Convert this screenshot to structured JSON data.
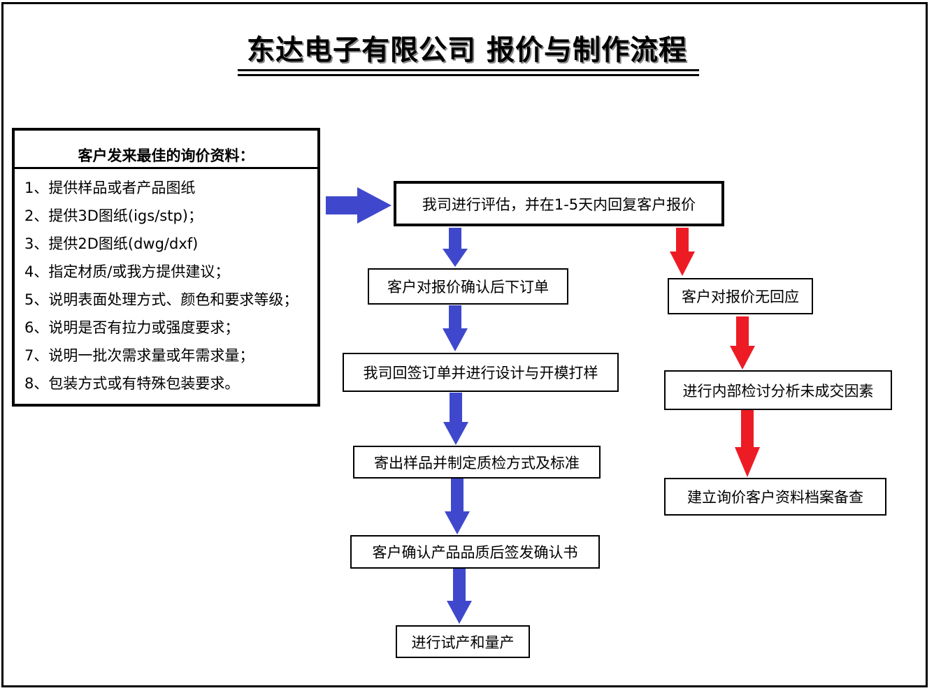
{
  "title": "东达电子有限公司 报价与制作流程",
  "requirements": {
    "heading": "客户发来最佳的询价资料：",
    "items": [
      "1、提供样品或者产品图纸",
      "2、提供3D图纸(igs/stp)；",
      "3、提供2D图纸(dwg/dxf)",
      "4、指定材质/或我方提供建议；",
      "5、说明表面处理方式、颜色和要求等级；",
      "6、说明是否有拉力或强度要求；",
      "7、说明一批次需求量或年需求量；",
      "8、包装方式或有特殊包装要求。"
    ]
  },
  "steps": {
    "evaluate": "我司进行评估，并在1-5天内回复客户报价",
    "confirm_order": "客户对报价确认后下订单",
    "sign_design": "我司回签订单并进行设计与开模打样",
    "send_samples": "寄出样品并制定质检方式及标准",
    "confirm_quality": "客户确认产品品质后签发确认书",
    "production": "进行试产和量产",
    "no_response": "客户对报价无回应",
    "review": "进行内部检讨分析未成交因素",
    "archive": "建立询价客户资料档案备查"
  },
  "colors": {
    "blue_arrow": "#3f48cc",
    "red_arrow": "#ed1c24"
  }
}
